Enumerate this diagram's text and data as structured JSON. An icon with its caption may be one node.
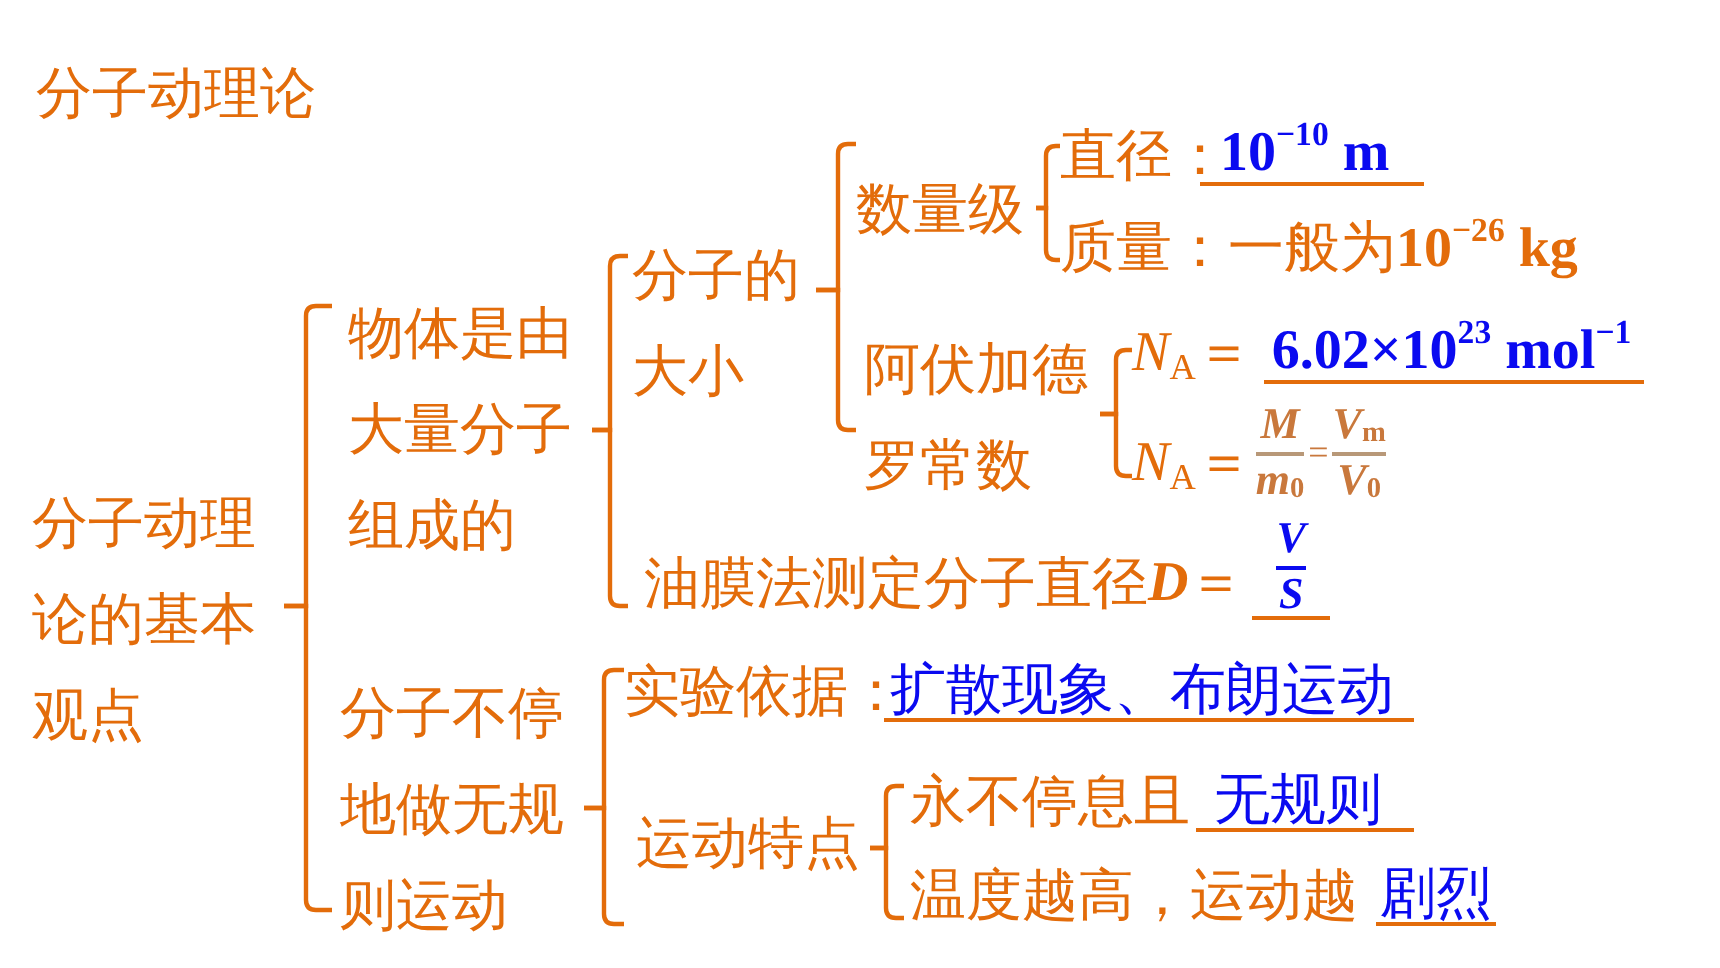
{
  "diagram": {
    "title": "分子动理论",
    "nodes": [
      {
        "text": [
          "分子动理论的基本观点"
        ]
      },
      {
        "text": [
          "物体是由大量分子组成的"
        ]
      },
      {
        "text": [
          "分子的大小"
        ]
      },
      {
        "text": [
          "数量级"
        ]
      },
      {
        "text": [
          "直径：",
          "10$^{−10}$ m"
        ]
      },
      {
        "text": [
          "质量：一般为**10$^{−26}$ kg**"
        ]
      },
      {
        "text": [
          "阿伏加德罗常数"
        ]
      },
      {
        "text": [
          "*N*$_{A}$＝",
          "6.02×10$^{23}$ mol$^{−1}$"
        ]
      },
      {
        "text": [
          "*N*$_{A}$＝",
          "M",
          "*m*$_{0}$",
          "=",
          "*V*$_{m}$",
          "*V*$_{0}$"
        ]
      },
      {
        "text": [
          "油膜法测定分子直径",
          "*D*＝",
          "V",
          "S"
        ]
      },
      {
        "text": [
          "分子不停地做无规则运动"
        ]
      },
      {
        "text": [
          "实验依据：",
          "扩散现象、布朗运动"
        ]
      },
      {
        "text": [
          "运动特点"
        ]
      },
      {
        "text": [
          "永不停息且",
          "无规则"
        ]
      },
      {
        "text": [
          "温度越高，运动越",
          "剧烈"
        ]
      }
    ],
    "edges": [
      {
        "from": 0,
        "to": 1,
        "arrow": "none"
      },
      {
        "from": 0,
        "to": 10,
        "arrow": "none"
      },
      {
        "from": 1,
        "to": 2,
        "arrow": "none"
      },
      {
        "from": 1,
        "to": 9,
        "arrow": "none"
      },
      {
        "from": 2,
        "to": 3,
        "arrow": "none"
      },
      {
        "from": 2,
        "to": 6,
        "arrow": "none"
      },
      {
        "from": 3,
        "to": 4,
        "arrow": "none"
      },
      {
        "from": 3,
        "to": 5,
        "arrow": "none"
      },
      {
        "from": 6,
        "to": 7,
        "arrow": "none"
      },
      {
        "from": 6,
        "to": 8,
        "arrow": "none"
      },
      {
        "from": 10,
        "to": 11,
        "arrow": "none"
      },
      {
        "from": 10,
        "to": 12,
        "arrow": "none"
      },
      {
        "from": 12,
        "to": 13,
        "arrow": "none"
      },
      {
        "from": 12,
        "to": 14,
        "arrow": "none"
      }
    ]
  }
}
